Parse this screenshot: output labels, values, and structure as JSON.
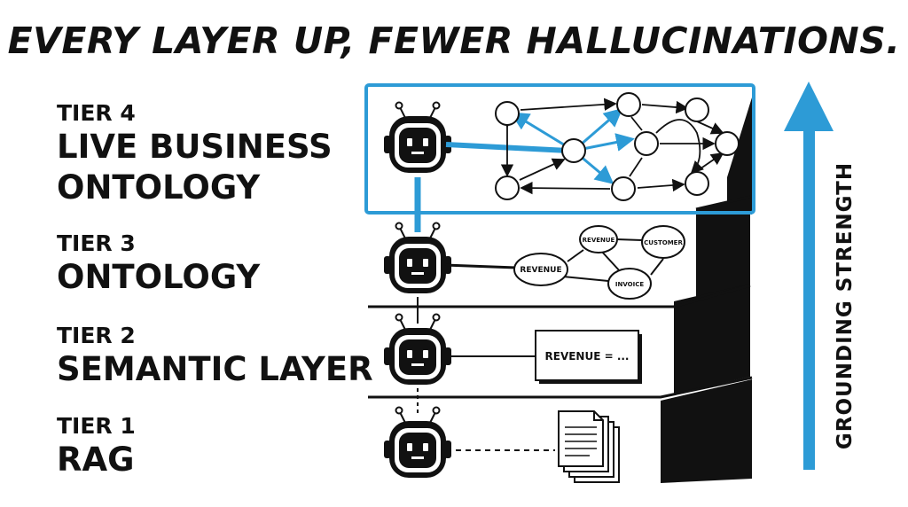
{
  "title": "EVERY LAYER UP, FEWER HALLUCINATIONS.",
  "tiers": [
    {
      "number": "TIER 4",
      "name_lines": [
        "LIVE BUSINESS",
        "ONTOLOGY"
      ]
    },
    {
      "number": "TIER 3",
      "name_lines": [
        "ONTOLOGY"
      ]
    },
    {
      "number": "TIER 2",
      "name_lines": [
        "SEMANTIC LAYER"
      ]
    },
    {
      "number": "TIER 1",
      "name_lines": [
        "RAG"
      ]
    }
  ],
  "ontology_nodes": {
    "revenue_main": "REVENUE",
    "revenue_top": "REVENUE",
    "customer": "CUSTOMER",
    "invoice": "INVOICE"
  },
  "semantic_card": "REVENUE = ...",
  "axis_label": "GROUNDING STRENGTH",
  "colors": {
    "accent": "#2d9bd6",
    "ink": "#111111"
  }
}
